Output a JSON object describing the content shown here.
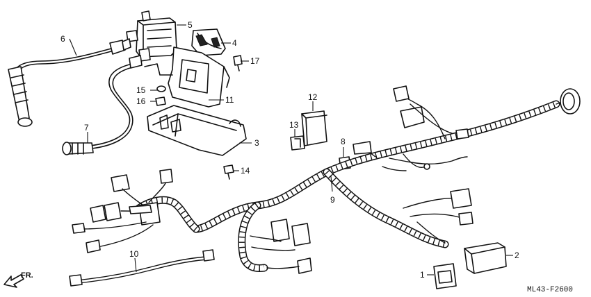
{
  "callouts": {
    "c1": "1",
    "c2": "2",
    "c3": "3",
    "c4": "4",
    "c5": "5",
    "c6": "6",
    "c7": "7",
    "c8": "8",
    "c9": "9",
    "c10": "10",
    "c11": "11",
    "c12": "12",
    "c13": "13",
    "c14": "14",
    "c15": "15",
    "c16": "16",
    "c17": "17"
  },
  "direction_label": "FR.",
  "diagram_code": "ML43-F2600"
}
